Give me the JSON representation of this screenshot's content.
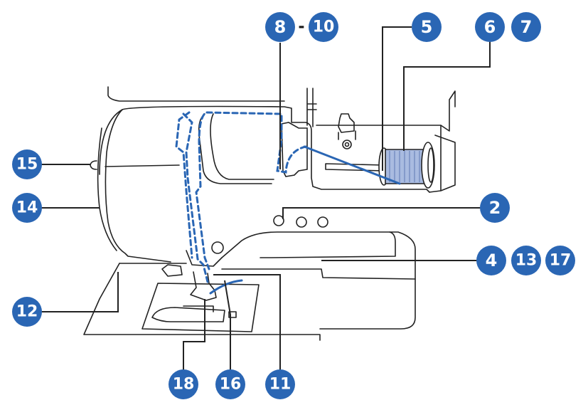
{
  "colors": {
    "badge": "#2a66b4",
    "thread_path": "#2a66b4",
    "outline": "#222222",
    "spool_thread": "#a9bbe0"
  },
  "callouts": {
    "c2": "2",
    "c4": "4",
    "c5": "5",
    "c6": "6",
    "c7": "7",
    "c8": "8",
    "c10": "10",
    "c11": "11",
    "c12": "12",
    "c13": "13",
    "c14": "14",
    "c15": "15",
    "c16": "16",
    "c17": "17",
    "c18": "18",
    "range_dash": "-"
  }
}
